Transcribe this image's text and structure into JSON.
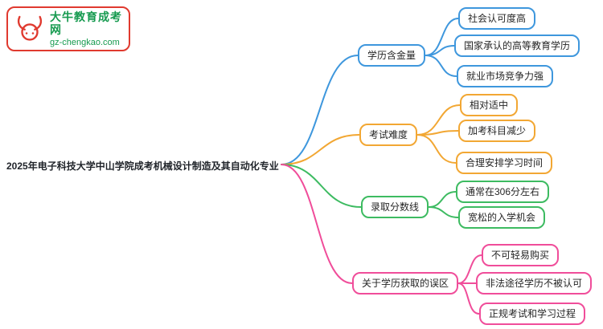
{
  "logo": {
    "brand": "大牛教育成考网",
    "site": "gz-chengkao.com"
  },
  "root": {
    "label": "2025年电子科技大学中山学院成考机械设计制造及其自动化专业"
  },
  "colors": {
    "branch1_blue": "#3e97dd",
    "branch2_orange": "#f2a733",
    "branch3_green": "#3dbb61",
    "branch4_pink": "#f04d9a",
    "logo_red": "#e03a2f",
    "logo_green": "#169a4f"
  },
  "branches": [
    {
      "label": "学历含金量",
      "color": "#3e97dd",
      "children": [
        {
          "label": "社会认可度高"
        },
        {
          "label": "国家承认的高等教育学历"
        },
        {
          "label": "就业市场竞争力强"
        }
      ]
    },
    {
      "label": "考试难度",
      "color": "#f2a733",
      "children": [
        {
          "label": "相对适中"
        },
        {
          "label": "加考科目减少"
        },
        {
          "label": "合理安排学习时间"
        }
      ]
    },
    {
      "label": "录取分数线",
      "color": "#3dbb61",
      "children": [
        {
          "label": "通常在306分左右"
        },
        {
          "label": "宽松的入学机会"
        }
      ]
    },
    {
      "label": "关于学历获取的误区",
      "color": "#f04d9a",
      "children": [
        {
          "label": "不可轻易购买"
        },
        {
          "label": "非法途径学历不被认可"
        },
        {
          "label": "正规考试和学习过程"
        }
      ]
    }
  ]
}
